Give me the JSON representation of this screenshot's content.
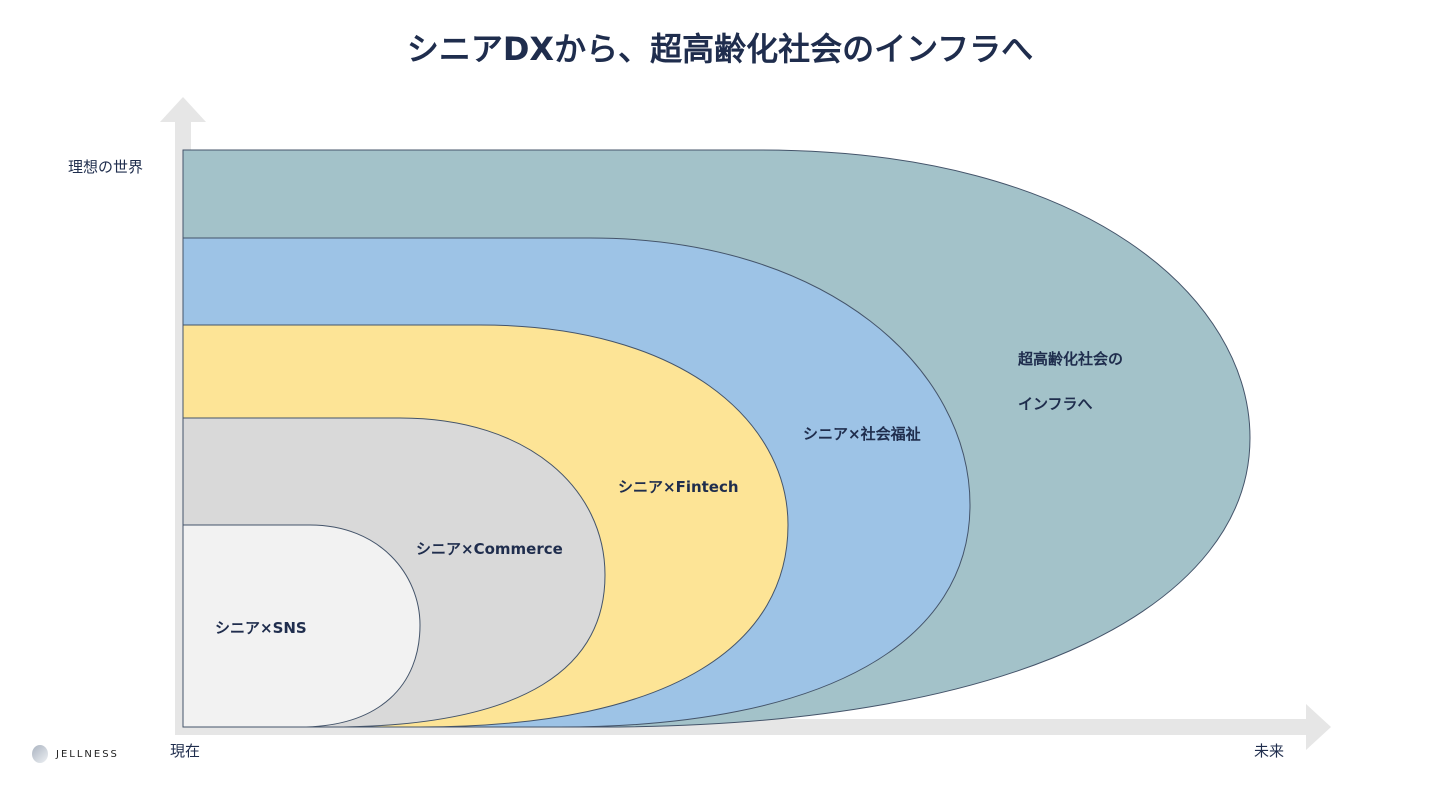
{
  "title": "シニアDXから、超高齢化社会のインフラへ",
  "axis": {
    "y_top": "理想の世界",
    "x_start": "現在",
    "x_end": "未来"
  },
  "stages": [
    {
      "label": "シニア×SNS",
      "color": "#f2f2f2"
    },
    {
      "label": "シニア×Commerce",
      "color": "#d9d9d9"
    },
    {
      "label": "シニア×Fintech",
      "color": "#fde496"
    },
    {
      "label": "シニア×社会福祉",
      "color": "#9dc3e6"
    },
    {
      "label_line1": "超高齢化社会の",
      "label_line2": "インフラへ",
      "color": "#a3c2c9"
    }
  ],
  "logo": "JELLNESS"
}
